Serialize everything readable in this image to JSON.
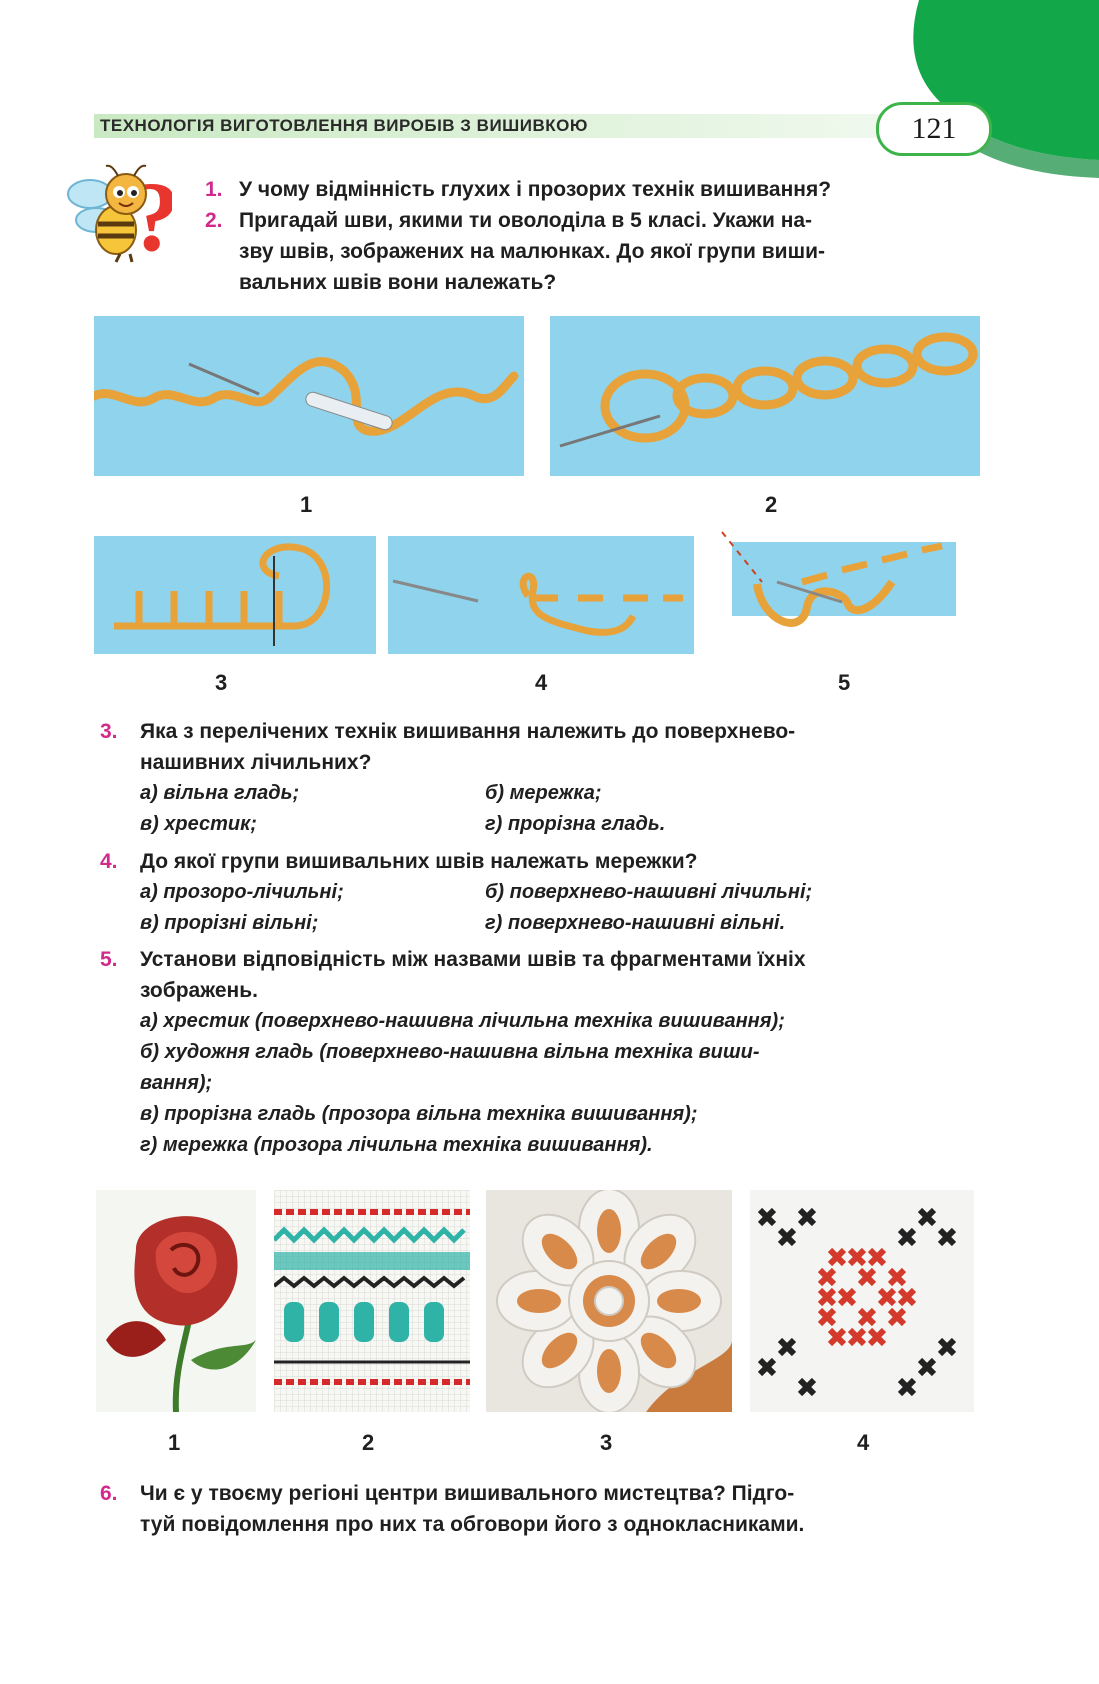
{
  "header": {
    "title": "ТЕХНОЛОГІЯ ВИГОТОВЛЕННЯ ВИРОБІВ З ВИШИВКОЮ",
    "page_number": "121"
  },
  "colors": {
    "accent_green": "#12a84a",
    "question_number": "#d12a8c",
    "panel_blue": "#8fd3ec",
    "thread": "#e8a23a"
  },
  "questions_top": [
    {
      "num": "1.",
      "text": "У чому відмінність глухих і прозорих технік вишивання?"
    },
    {
      "num": "2.",
      "lines": [
        "Пригадай шви, якими ти оволоділа в 5 класі. Укажи на-",
        "зву швів, зображених на малюнках. До якої групи виши-",
        "вальних швів вони належать?"
      ]
    }
  ],
  "stitch_figures": {
    "labels": [
      "1",
      "2",
      "3",
      "4",
      "5"
    ]
  },
  "q3": {
    "num": "3.",
    "lines": [
      "Яка з перелічених технік вишивання належить до поверхнево-",
      "нашивних лічильних?"
    ],
    "options": [
      "а) вільна гладь;",
      "б) мережка;",
      "в) хрестик;",
      "г) прорізна гладь."
    ]
  },
  "q4": {
    "num": "4.",
    "text": "До якої групи вишивальних швів належать мережки?",
    "options": [
      "а) прозоро-лічильні;",
      "б) поверхнево-нашивні лічильні;",
      "в) прорізні вільні;",
      "г) поверхнево-нашивні вільні."
    ]
  },
  "q5": {
    "num": "5.",
    "lines": [
      "Установи відповідність між назвами швів та фрагментами їхніх",
      "зображень."
    ],
    "items": [
      "а) хрестик (поверхнево-нашивна лічильна техніка вишивання);",
      "б) художня гладь (поверхнево-нашивна вільна техніка виши-",
      "вання);",
      "в) прорізна гладь (прозора вільна техніка вишивання);",
      "г) мережка (прозора лічильна техніка вишивання)."
    ]
  },
  "photo_labels": [
    "1",
    "2",
    "3",
    "4"
  ],
  "q6": {
    "num": "6.",
    "lines": [
      "Чи є у твоєму регіоні центри вишивального мистецтва? Підго-",
      "туй повідомлення про них та обговори його з однокласниками."
    ]
  }
}
